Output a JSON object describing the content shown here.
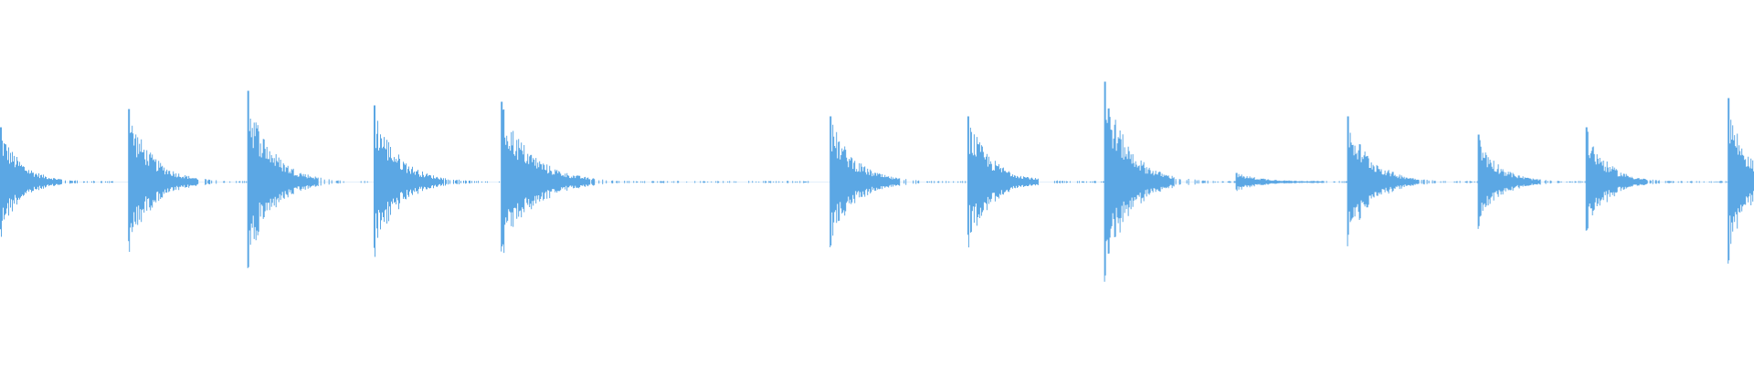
{
  "waveform": {
    "color": "#5ba7e4",
    "background": "#ffffff",
    "duration_fraction_visible": 1.0,
    "onsets": [
      {
        "t": 0.0,
        "amp": 0.3,
        "decay": 0.035,
        "tail": 0.03
      },
      {
        "t": 0.073,
        "amp": 0.4,
        "decay": 0.04,
        "tail": 0.055
      },
      {
        "t": 0.141,
        "amp": 0.5,
        "decay": 0.04,
        "tail": 0.06
      },
      {
        "t": 0.213,
        "amp": 0.42,
        "decay": 0.04,
        "tail": 0.06
      },
      {
        "t": 0.2855,
        "amp": 0.44,
        "decay": 0.05,
        "tail": 0.125
      },
      {
        "t": 0.473,
        "amp": 0.36,
        "decay": 0.04,
        "tail": 0.07
      },
      {
        "t": 0.5515,
        "amp": 0.36,
        "decay": 0.04,
        "tail": 0.07
      },
      {
        "t": 0.6295,
        "amp": 0.55,
        "decay": 0.04,
        "tail": 0.08
      },
      {
        "t": 0.7045,
        "amp": 0.05,
        "decay": 0.05,
        "tail": 0.05
      },
      {
        "t": 0.768,
        "amp": 0.36,
        "decay": 0.04,
        "tail": 0.065
      },
      {
        "t": 0.8425,
        "amp": 0.26,
        "decay": 0.035,
        "tail": 0.055
      },
      {
        "t": 0.904,
        "amp": 0.3,
        "decay": 0.035,
        "tail": 0.075
      },
      {
        "t": 0.985,
        "amp": 0.46,
        "decay": 0.03,
        "tail": 0.015
      }
    ]
  }
}
